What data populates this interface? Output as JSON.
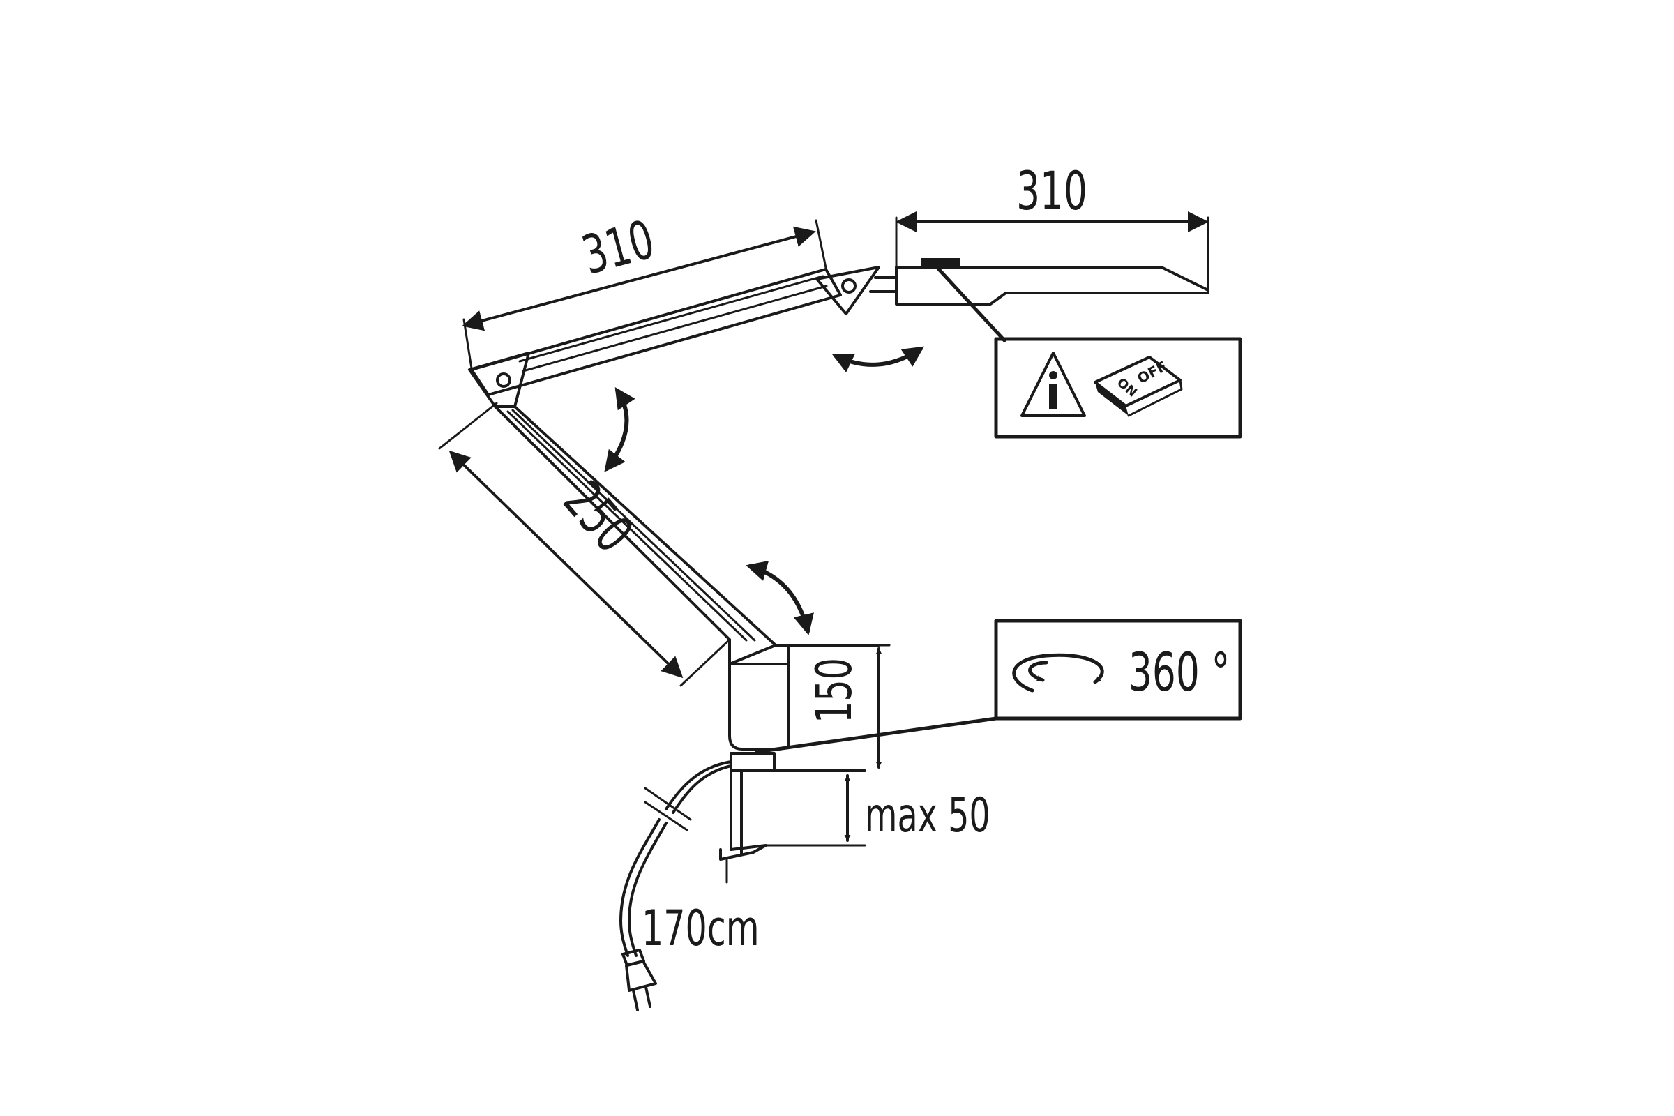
{
  "diagram": {
    "colors": {
      "ink": "#1a1a1a",
      "background": "#ffffff"
    },
    "labels": {
      "upper_arm_length": "310",
      "lamp_head_length": "310",
      "lower_arm_length": "250",
      "base_height": "150",
      "clamp_max": "max 50",
      "cable_length": "170cm",
      "rotation": "360 °"
    },
    "switch_icon": {
      "info_glyph": "i",
      "off_label": "OFF",
      "on_label": "ON"
    },
    "icons": [
      "info-warning-icon",
      "on-off-switch-icon",
      "rotation-icon",
      "plug-icon",
      "rotation-arrow-icon"
    ]
  }
}
